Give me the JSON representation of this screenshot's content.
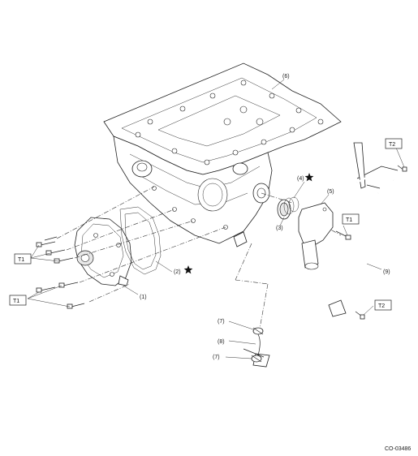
{
  "labels": {
    "p1": "(1)",
    "p2": "(2)",
    "p3": "(3)",
    "p4": "(4)",
    "p5": "(5)",
    "p6": "(6)",
    "p7a": "(7)",
    "p7b": "(7)",
    "p8": "(8)",
    "p9": "(9)"
  },
  "torque_boxes": {
    "t1_left_upper": "T1",
    "t1_left_lower": "T1",
    "t1_right": "T1",
    "t2_top": "T2",
    "t2_bottom": "T2"
  },
  "figure_code": "CO-03486"
}
